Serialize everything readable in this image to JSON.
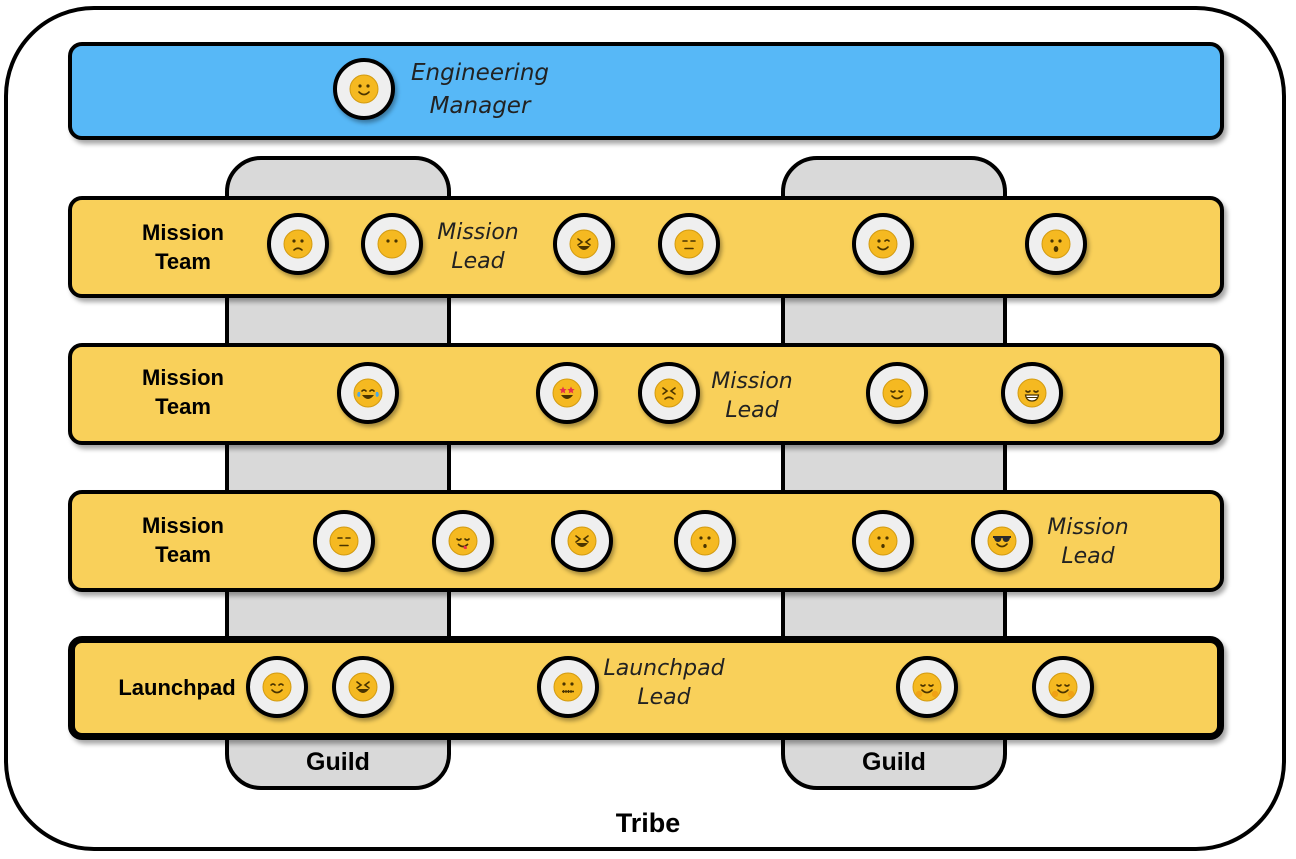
{
  "tribe": {
    "label": "Tribe"
  },
  "guilds": [
    {
      "label": "Guild"
    },
    {
      "label": "Guild"
    }
  ],
  "engineering_manager": {
    "line1": "Engineering",
    "line2": "Manager",
    "face": "smile"
  },
  "bands": [
    {
      "label_line1": "Mission",
      "label_line2": "Team",
      "lead_line1": "Mission",
      "lead_line2": "Lead",
      "faces": [
        "worried",
        "no-mouth",
        "laughing",
        "expressionless",
        "wink",
        "surprised"
      ]
    },
    {
      "label_line1": "Mission",
      "label_line2": "Team",
      "lead_line1": "Mission",
      "lead_line2": "Lead",
      "faces": [
        "tears-of-joy",
        "star-struck",
        "persevering",
        "smiling-eyes",
        "grin"
      ]
    },
    {
      "label_line1": "Mission",
      "label_line2": "Team",
      "lead_line1": "Mission",
      "lead_line2": "Lead",
      "faces": [
        "neutral",
        "yum",
        "rofl",
        "hushed",
        "shushing",
        "sunglasses"
      ]
    },
    {
      "label_line1": "Launchpad",
      "label_line2": "",
      "lead_line1": "Launchpad",
      "lead_line2": "Lead",
      "faces": [
        "relieved",
        "squinting",
        "zipper-mouth",
        "hugging",
        "hugging"
      ]
    }
  ],
  "colors": {
    "manager_band": "#57b8f7",
    "team_band": "#f9d05a",
    "guild_column": "#d9d9d9",
    "face": "#f5b921"
  }
}
